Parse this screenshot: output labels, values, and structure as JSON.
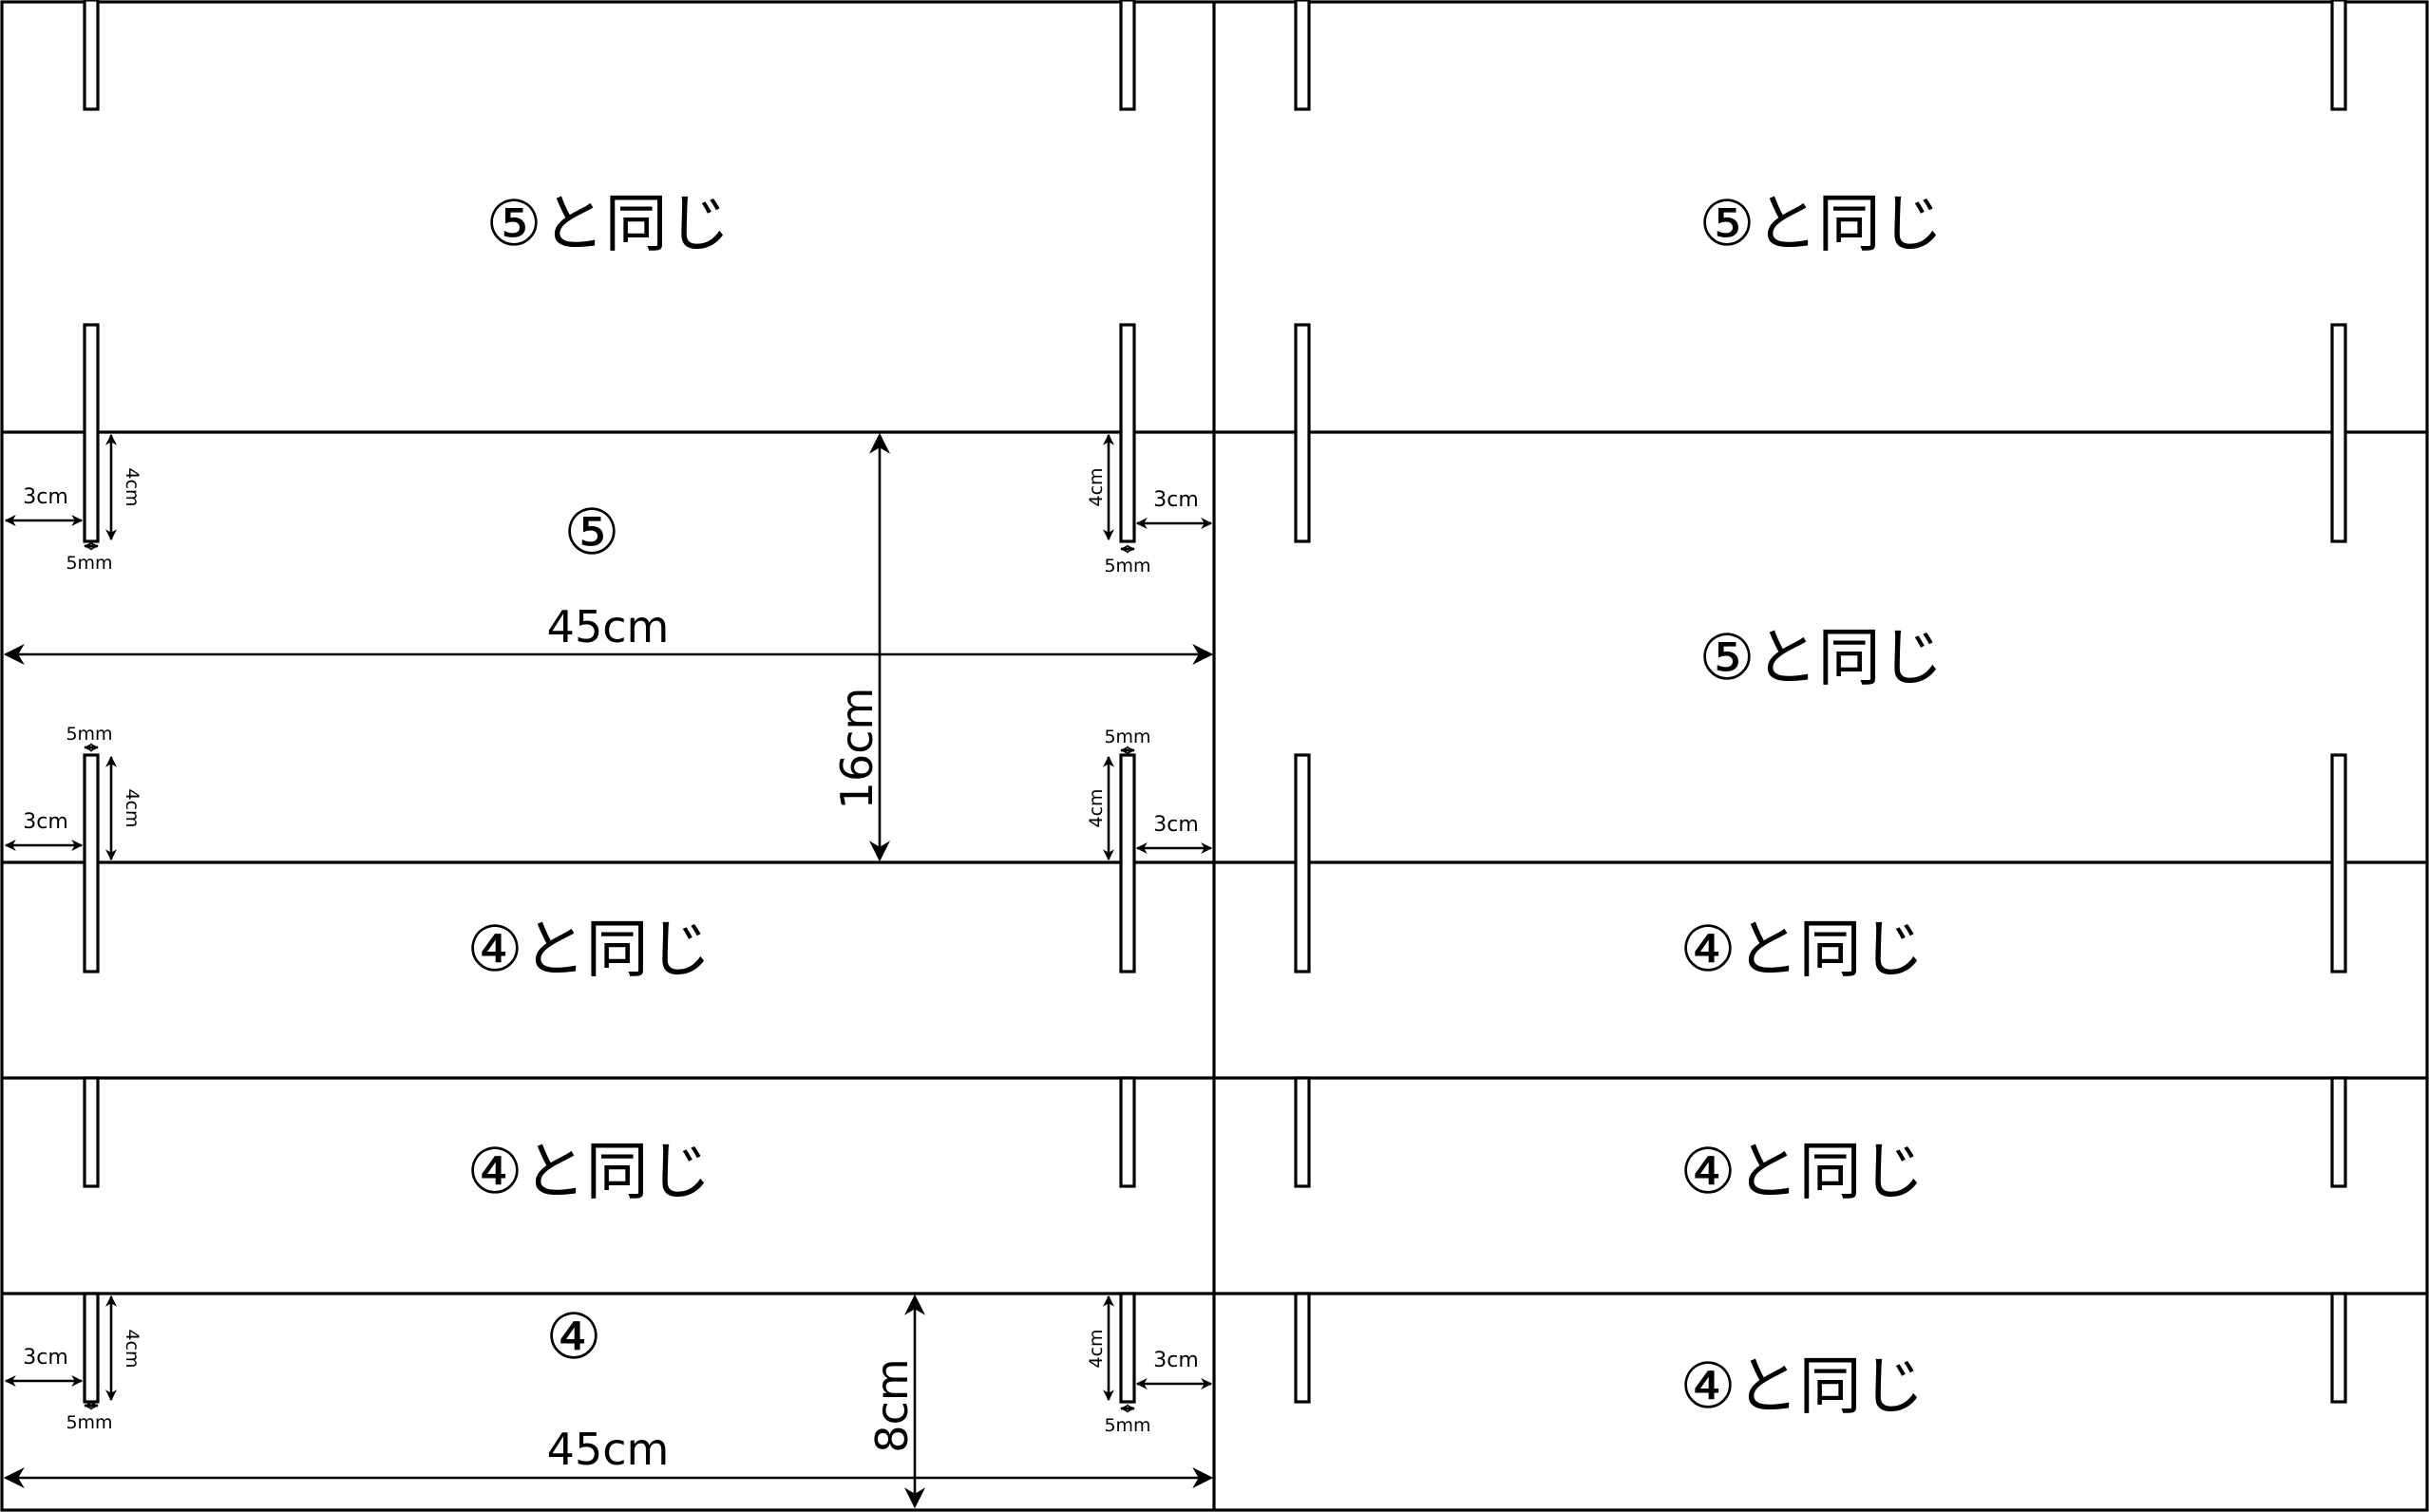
{
  "labels": {
    "same_as_5": "⑤と同じ",
    "same_as_4": "④と同じ",
    "part_5": "⑤",
    "part_4": "④"
  },
  "dimensions": {
    "width_45cm": "45cm",
    "height_16cm": "16cm",
    "height_8cm": "8cm",
    "offset_3cm": "3cm",
    "slot_depth_4cm": "4cm",
    "slot_width_5mm": "5mm"
  },
  "colors": {
    "line": "#000000",
    "background": "#ffffff"
  }
}
